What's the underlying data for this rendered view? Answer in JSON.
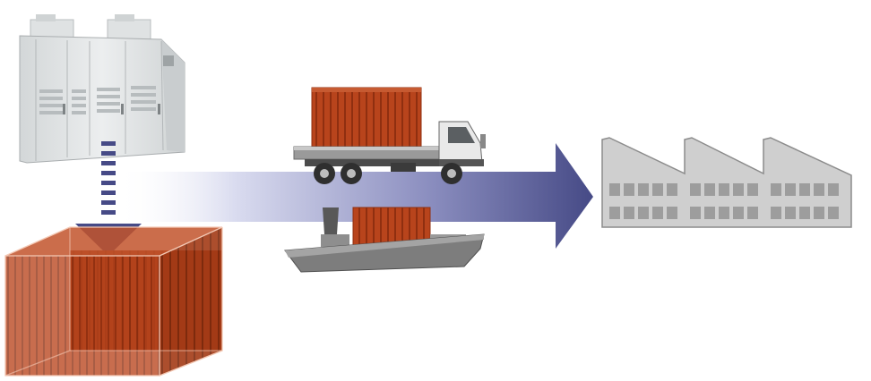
{
  "diagram": {
    "nodes": [
      {
        "id": "drive-cabinet",
        "icon": "electrical-cabinet-icon"
      },
      {
        "id": "shipping-container",
        "icon": "container-icon"
      },
      {
        "id": "truck",
        "icon": "truck-icon"
      },
      {
        "id": "ship",
        "icon": "ship-icon"
      },
      {
        "id": "factory",
        "icon": "factory-icon"
      }
    ],
    "edges": [
      {
        "from": "drive-cabinet",
        "to": "shipping-container",
        "style": "dashed-down-arrow"
      },
      {
        "from": "shipping-container",
        "to": "factory",
        "style": "gradient-right-arrow",
        "via": [
          "truck",
          "ship"
        ]
      }
    ]
  },
  "colors": {
    "container_orange": "#b8441c",
    "arrow_blue": "#464a86",
    "factory_gray": "#cfcfcf",
    "ship_hull": "#7d7d7d",
    "cabinet": "#e0e3e4"
  }
}
